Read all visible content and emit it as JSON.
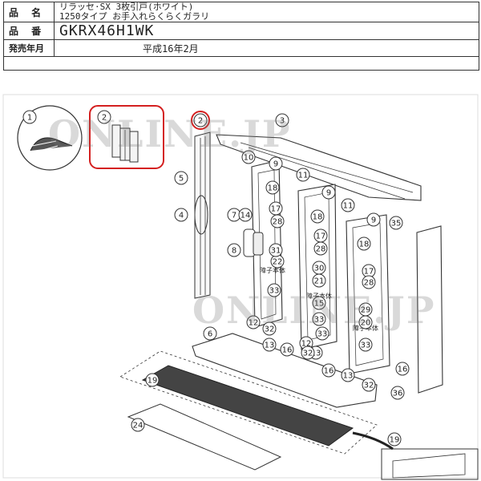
{
  "spec": {
    "name_label": "品 名",
    "name_line1": "リラッセ·SX 3枚引戸(ホワイト)",
    "name_line2": "1250タイプ お手入れらくらくガラリ",
    "number_label": "品 番",
    "number_value": "GKRX46H1WK",
    "date_label": "発売年月",
    "date_value": "平成16年2月"
  },
  "watermark": "ONLINE.JP",
  "notes": {
    "handle_body": "障子本体"
  },
  "callouts": [
    "1",
    "2",
    "2",
    "3",
    "4",
    "5",
    "6",
    "7",
    "8",
    "9",
    "9",
    "9",
    "10",
    "11",
    "11",
    "12",
    "12",
    "13",
    "13",
    "13",
    "14",
    "15",
    "16",
    "16",
    "16",
    "17",
    "17",
    "17",
    "18",
    "18",
    "18",
    "19",
    "19",
    "20",
    "21",
    "22",
    "24",
    "28",
    "28",
    "28",
    "29",
    "30",
    "31",
    "32",
    "32",
    "32",
    "33",
    "33",
    "33",
    "33",
    "35",
    "36"
  ],
  "colors": {
    "highlight": "#d42020",
    "line": "#333333"
  }
}
